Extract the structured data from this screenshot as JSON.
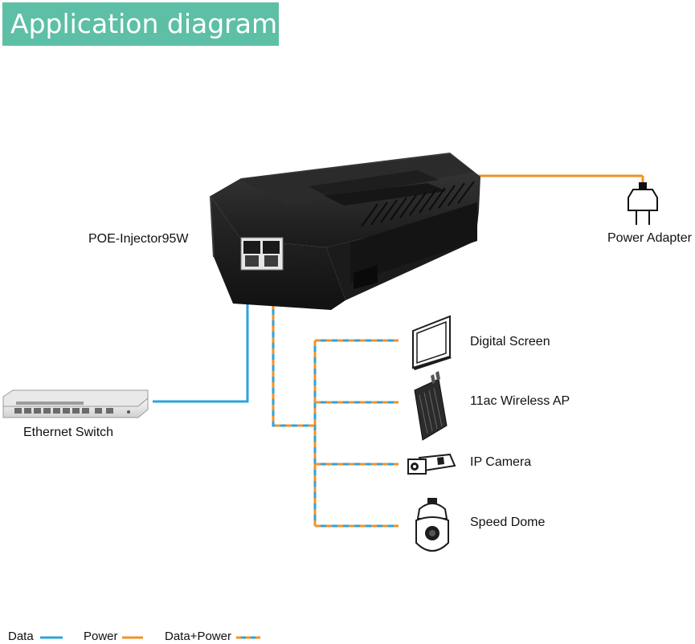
{
  "title": "Application diagram",
  "injector": {
    "label": "POE-Injector95W"
  },
  "power_adapter": {
    "label": "Power Adapter"
  },
  "switch": {
    "label": "Ethernet Switch"
  },
  "devices": [
    {
      "label": "Digital Screen",
      "icon": "monitor-icon"
    },
    {
      "label": "11ac Wireless AP",
      "icon": "access-point-icon"
    },
    {
      "label": "IP Camera",
      "icon": "bullet-camera-icon"
    },
    {
      "label": "Speed Dome",
      "icon": "speed-dome-icon"
    }
  ],
  "legend": {
    "data": "Data",
    "power": "Power",
    "data_power": "Data+Power"
  },
  "colors": {
    "banner": "#5dbfa6",
    "data": "#2ea3d8",
    "power": "#f0922a",
    "device": "#1c1c1c"
  }
}
